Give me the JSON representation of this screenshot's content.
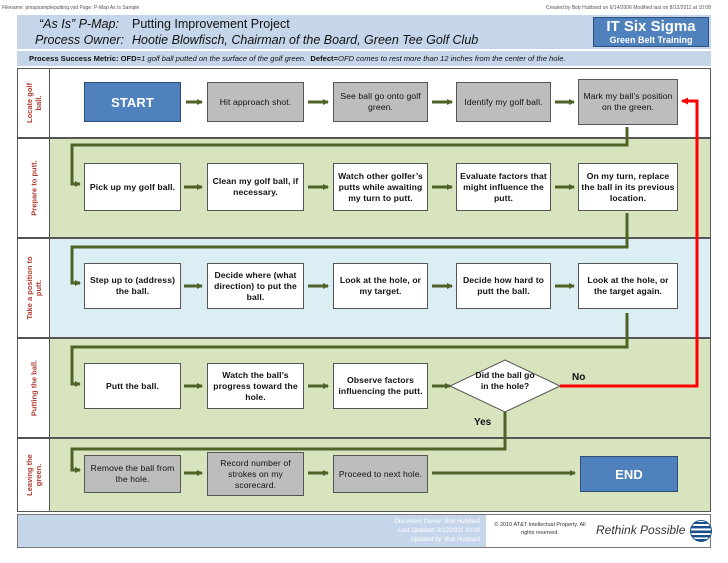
{
  "topline": {
    "left": "Filename: pmapsampleputting.vsd   Page: P-Map As Is Sample",
    "right": "Created by Bob Hubbard on 6/14/2006 Modified last on 8/12/2011 at 10:08"
  },
  "header": {
    "title_label": "“As Is” P-Map:",
    "title_value": "Putting Improvement Project",
    "owner_label": "Process Owner:",
    "owner_value": "Hootie Blowfisch, Chairman of the Board, Green Tee Golf Club",
    "brand_line1": "IT Six Sigma",
    "brand_line2": "Green Belt Training"
  },
  "metric": {
    "label1": "Process Success Metric: OFD=",
    "text1": "1 golf ball putted on the surface of the golf green.",
    "label2": "Defect=",
    "text2": "OFD comes to rest more than 12 inches from the center of the hole."
  },
  "lanes": [
    {
      "label": "Locate golf ball.",
      "color": "#ffffff"
    },
    {
      "label": "Prepare to putt.",
      "color": "#d7e4bd"
    },
    {
      "label": "Take a position to putt.",
      "color": "#daeef3"
    },
    {
      "label": "Putting the ball.",
      "color": "#d7e4bd"
    },
    {
      "label": "Leaving the green.",
      "color": "#d7e4bd"
    }
  ],
  "steps": {
    "start": "START",
    "s1": "Hit approach shot.",
    "s2": "See ball go onto golf green.",
    "s3": "Identify my golf ball.",
    "s4": "Mark my ball’s position on the green.",
    "p1": "Pick up my golf ball.",
    "p2": "Clean my golf ball,  if necessary.",
    "p3": "Watch other golfer’s putts while awaiting my turn to putt.",
    "p4": "Evaluate factors that might influence the putt.",
    "p5": "On my turn, replace the ball in its previous location.",
    "t1": "Step up to (address) the ball.",
    "t2": "Decide where (what direction) to put the ball.",
    "t3": "Look at the hole, or my target.",
    "t4": "Decide how hard to putt the ball.",
    "t5": "Look at the hole, or the target again.",
    "u1": "Putt the ball.",
    "u2": "Watch the ball’s progress toward the hole.",
    "u3": "Observe factors influencing the putt.",
    "decision": "Did the ball go in the hole?",
    "no": "No",
    "yes": "Yes",
    "l1": "Remove the ball from the hole.",
    "l2": "Record number of strokes on my scorecard.",
    "l3": "Proceed to next hole.",
    "end": "END"
  },
  "footer": {
    "owner_line": "Document Owner: Bob Hubbard",
    "updated_line": "Last Updated: 8/12/2011 10:08",
    "updated_by": "Updated by: Bob Hubbard",
    "copyright": "© 2010 AT&T Intellectual Property. All rights reserved.",
    "slogan": "Rethink Possible"
  },
  "colors": {
    "header_blue": "#c6d6ea",
    "brand_blue": "#4f81bd",
    "connector_green": "#4f6228",
    "no_arrow_red": "#ff0000",
    "lane_label_red": "#b03a2e"
  }
}
